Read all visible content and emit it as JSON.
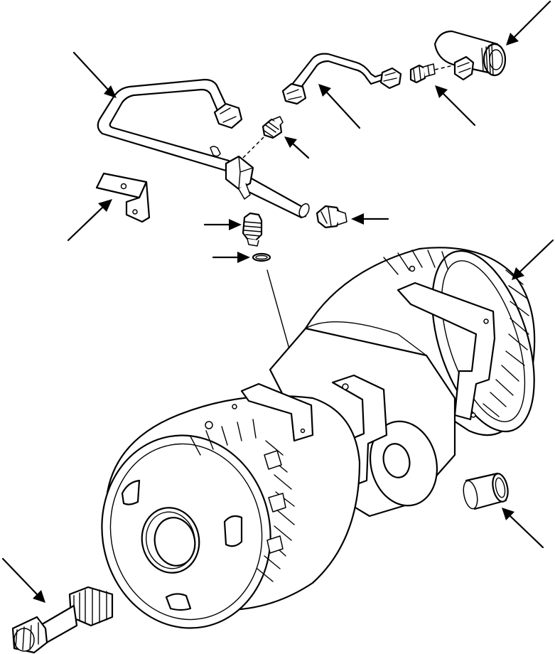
{
  "figure": {
    "type": "exploded-parts-diagram",
    "labels": []
  },
  "arrows": [
    {
      "id": "arrow-tube-upper-left",
      "points_to": "tube-assembly"
    },
    {
      "id": "arrow-bracket",
      "points_to": "mounting-bracket"
    },
    {
      "id": "arrow-elbow-small",
      "points_to": "elbow-fitting-small"
    },
    {
      "id": "arrow-tube-upper-right",
      "points_to": "tube-assembly-right"
    },
    {
      "id": "arrow-connector-upper-right",
      "points_to": "straight-connector"
    },
    {
      "id": "arrow-elbow-large",
      "points_to": "elbow-fitting-large"
    },
    {
      "id": "arrow-plug",
      "points_to": "plug"
    },
    {
      "id": "arrow-connector-center",
      "points_to": "straight-connector-center"
    },
    {
      "id": "arrow-o-ring",
      "points_to": "o-ring"
    },
    {
      "id": "arrow-housing",
      "points_to": "clutch-housing"
    },
    {
      "id": "arrow-bearing",
      "points_to": "needle-bearing"
    },
    {
      "id": "arrow-shaft",
      "points_to": "splined-shaft"
    }
  ]
}
